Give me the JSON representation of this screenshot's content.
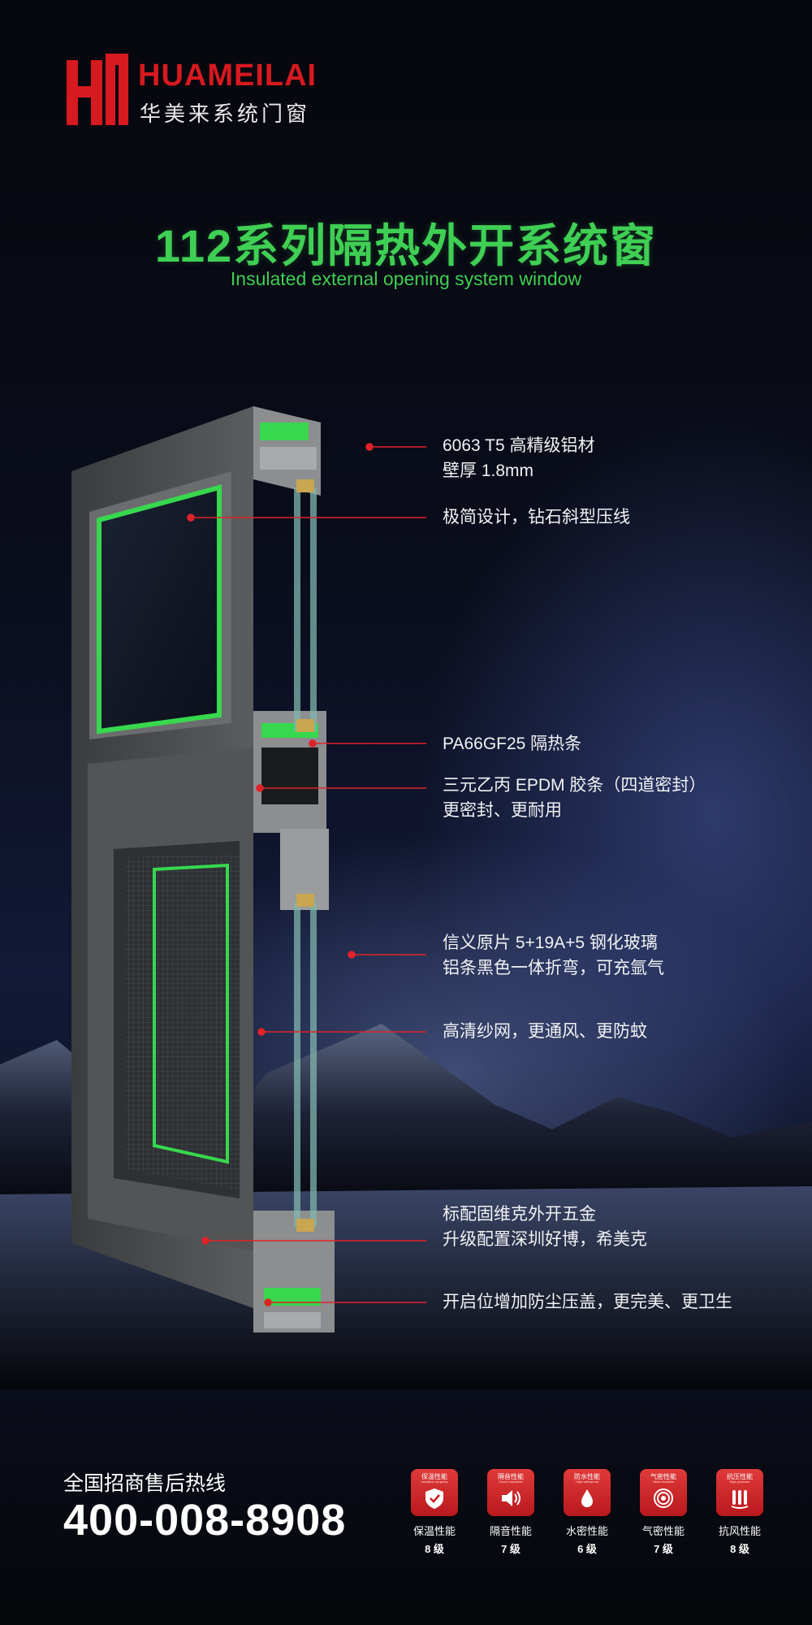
{
  "brand": {
    "name_en": "HUAMEILAI",
    "name_cn": "华美来系统门窗",
    "accent_color": "#d71920"
  },
  "headline": {
    "title": "112系列隔热外开系统窗",
    "subtitle": "Insulated external opening system window",
    "color": "#3fcf54"
  },
  "callouts": [
    {
      "lines": [
        "6063 T5 高精级铝材",
        "壁厚 1.8mm"
      ]
    },
    {
      "lines": [
        "极简设计，钻石斜型压线"
      ]
    },
    {
      "lines": [
        "PA66GF25   隔热条"
      ]
    },
    {
      "lines": [
        "三元乙丙 EPDM 胶条（四道密封）",
        "更密封、更耐用"
      ]
    },
    {
      "lines": [
        "信义原片 5+19A+5 钢化玻璃",
        "铝条黑色一体折弯，可充氩气"
      ]
    },
    {
      "lines": [
        "高清纱网，更通风、更防蚊"
      ]
    },
    {
      "lines": [
        "标配固维克外开五金",
        "升级配置深圳好博，希美克"
      ]
    },
    {
      "lines": [
        "开启位增加防尘压盖，更完美、更卫生"
      ]
    }
  ],
  "hotline": {
    "label": "全国招商售后热线",
    "number": "400-008-8908"
  },
  "performance": [
    {
      "badge_title": "保温性能",
      "badge_en": "Insulation property",
      "name": "保温性能",
      "grade": "8 级",
      "icon": "shield-icon"
    },
    {
      "badge_title": "隔音性能",
      "badge_en": "Sound insulation",
      "name": "隔音性能",
      "grade": "7 级",
      "icon": "speaker-icon"
    },
    {
      "badge_title": "防水性能",
      "badge_en": "High waterproof",
      "name": "水密性能",
      "grade": "6 级",
      "icon": "water-drop-icon"
    },
    {
      "badge_title": "气密性能",
      "badge_en": "Heat insulation",
      "name": "气密性能",
      "grade": "7 级",
      "icon": "concentric-circles-icon"
    },
    {
      "badge_title": "抗压性能",
      "badge_en": "High pressure",
      "name": "抗风性能",
      "grade": "8 级",
      "icon": "wind-pressure-icon"
    }
  ]
}
